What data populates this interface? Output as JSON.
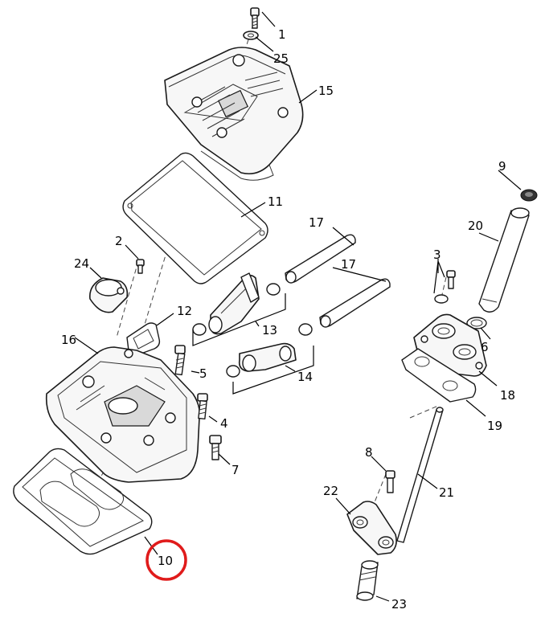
{
  "callouts": {
    "c1": "1",
    "c2": "2",
    "c3": "3",
    "c4": "4",
    "c5": "5",
    "c6": "6",
    "c7": "7",
    "c8": "8",
    "c9": "9",
    "c10": "10",
    "c11": "11",
    "c12": "12",
    "c13": "13",
    "c14": "14",
    "c15": "15",
    "c16": "16",
    "c17a": "17",
    "c17b": "17",
    "c18": "18",
    "c19": "19",
    "c20": "20",
    "c21": "21",
    "c22": "22",
    "c23": "23",
    "c24": "24",
    "c25": "25"
  },
  "highlight": {
    "callout": "10",
    "color": "#e01b1b"
  }
}
